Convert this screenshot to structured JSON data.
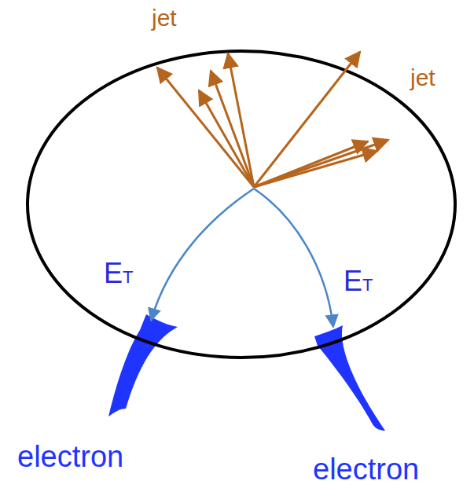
{
  "diagram": {
    "labels": [
      "jet",
      "jet",
      "ET",
      "ET",
      "electron",
      "electron"
    ]
  }
}
